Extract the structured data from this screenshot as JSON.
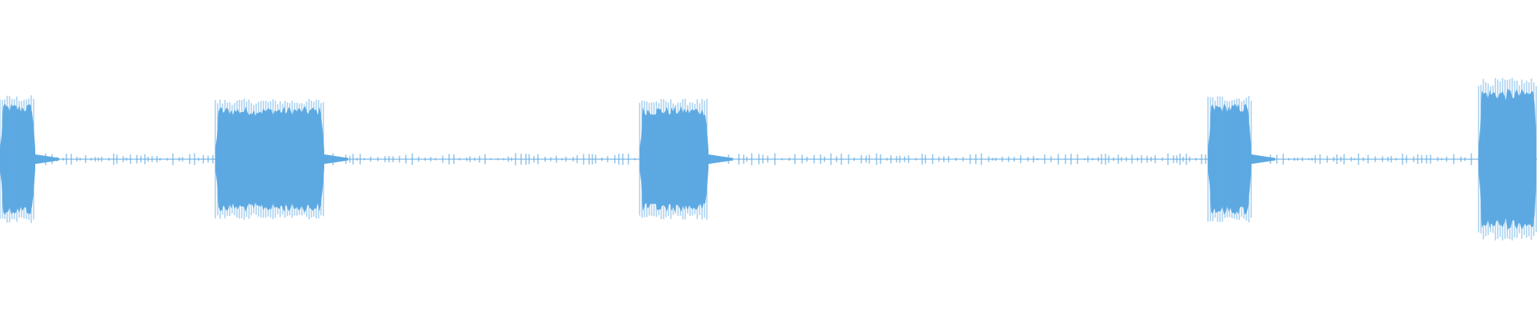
{
  "waveform": {
    "color": "#5DA9E2",
    "background": "#ffffff",
    "bursts": [
      {
        "start": 0.0,
        "end": 0.023,
        "level": 0.55
      },
      {
        "start": 0.14,
        "end": 0.211,
        "level": 0.52
      },
      {
        "start": 0.416,
        "end": 0.461,
        "level": 0.52
      },
      {
        "start": 0.786,
        "end": 0.814,
        "level": 0.55
      },
      {
        "start": 0.962,
        "end": 1.0,
        "level": 0.7
      }
    ],
    "noise_level": 0.015
  }
}
